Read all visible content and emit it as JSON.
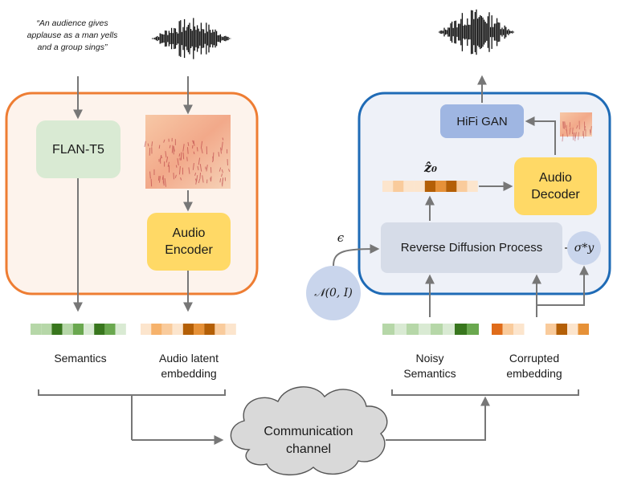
{
  "left_panel": {
    "caption_quote": "“An audience gives applause as a man yells and a group sings”",
    "flan_label": "FLAN-T5",
    "audio_encoder_label": "Audio\nEncoder",
    "semantics_label": "Semantics",
    "audio_latent_label": "Audio latent\nembedding"
  },
  "right_panel": {
    "hifi_label": "HiFi GAN",
    "audio_decoder_label": "Audio\nDecoder",
    "reverse_label": "Reverse Diffusion Process",
    "z0_label": "ẑ₀",
    "sigma_label": "σ*y",
    "noise_label": "𝒩(0, I)",
    "epsilon_label": "ϵ",
    "noisy_semantics_label": "Noisy\nSemantics",
    "corrupted_label": "Corrupted\nembedding"
  },
  "channel": {
    "label": "Communication\nchannel"
  },
  "colors": {
    "orange_border": "#ee7d33",
    "orange_fill": "#fdf3ec",
    "blue_border": "#1f6bb6",
    "blue_fill": "#eef1f8",
    "flan_fill": "#d9ead3",
    "yellow_fill": "#ffd966",
    "hifi_fill": "#9fb6e2",
    "reverse_fill": "#d6dce8",
    "arrow": "#777777"
  },
  "strips": {
    "semantics": [
      "#b6d7a8",
      "#b6d7a8",
      "#38761d",
      "#b6d7a8",
      "#6aa84f",
      "#d9ead3",
      "#38761d",
      "#6aa84f",
      "#d9ead3"
    ],
    "audio_latent": [
      "#fce5cd",
      "#f6b26b",
      "#f9cb9c",
      "#fce5cd",
      "#b45f06",
      "#e69138",
      "#b45f06",
      "#f9cb9c",
      "#fce5cd"
    ],
    "z0": [
      "#fce5cd",
      "#f9cb9c",
      "#fce5cd",
      "#fce5cd",
      "#b45f06",
      "#e69138",
      "#b45f06",
      "#f9cb9c",
      "#fce5cd"
    ],
    "noisy_semantics": [
      "#b6d7a8",
      "#d9ead3",
      "#b6d7a8",
      "#d9ead3",
      "#b6d7a8",
      "#d9ead3",
      "#38761d",
      "#6aa84f"
    ],
    "corrupted_a": [
      "#e06c1a",
      "#f9cb9c",
      "#fce5cd"
    ],
    "corrupted_b": [
      "#f9cb9c",
      "#b45f06",
      "#fce5cd",
      "#e69138"
    ]
  }
}
